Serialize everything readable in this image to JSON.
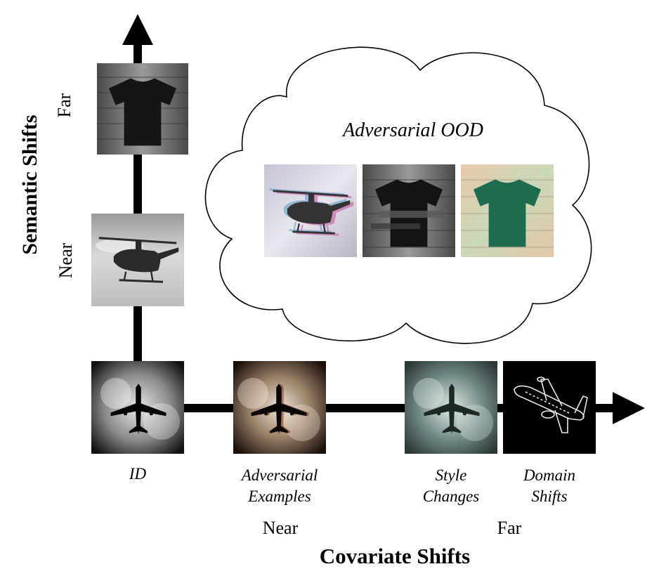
{
  "axes": {
    "y_title": "Semantic Shifts",
    "x_title": "Covariate Shifts",
    "y_near": "Near",
    "y_far": "Far",
    "x_near": "Near",
    "x_far": "Far"
  },
  "cloud": {
    "title": "Adversarial OOD"
  },
  "captions": {
    "id": "ID",
    "adv_line1": "Adversarial",
    "adv_line2": "Examples",
    "style_line1": "Style",
    "style_line2": "Changes",
    "domain_line1": "Domain",
    "domain_line2": "Shifts"
  },
  "colors": {
    "shirt_green": "#1f6b4e",
    "cloud_stroke": "#000000"
  }
}
